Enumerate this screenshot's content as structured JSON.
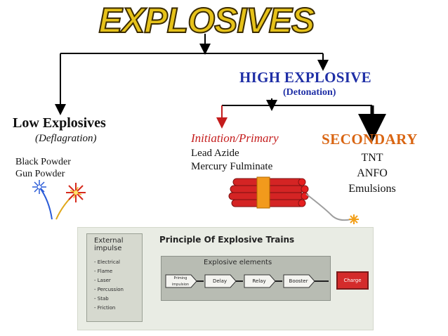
{
  "title": "EXPLOSIVES",
  "low": {
    "title": "Low Explosives",
    "subtitle": "(Deflagration)",
    "items": [
      "Black Powder",
      "Gun Powder"
    ]
  },
  "high": {
    "title": "HIGH EXPLOSIVE",
    "subtitle": "(Detonation)",
    "primary": {
      "title": "Initiation/Primary",
      "items": [
        "Lead Azide",
        "Mercury Fulminate"
      ]
    },
    "secondary": {
      "title": "SECONDARY",
      "items": [
        "TNT",
        "ANFO",
        "Emulsions"
      ]
    }
  },
  "train": {
    "title": "Principle Of Explosive Trains",
    "external_title": "External impulse",
    "external_items": [
      "- Electrical",
      "- Flame",
      "- Laser",
      "- Percussion",
      "- Stab",
      "- Friction"
    ],
    "elements_title": "Explosive elements",
    "elements": [
      "Priming impulsion",
      "Delay",
      "Relay",
      "Booster"
    ],
    "charge": "Charge"
  },
  "colors": {
    "title_gold": "#e6c21a",
    "high_blue": "#1f2fa6",
    "primary_red": "#c41c1c",
    "secondary_orange": "#d96512"
  }
}
